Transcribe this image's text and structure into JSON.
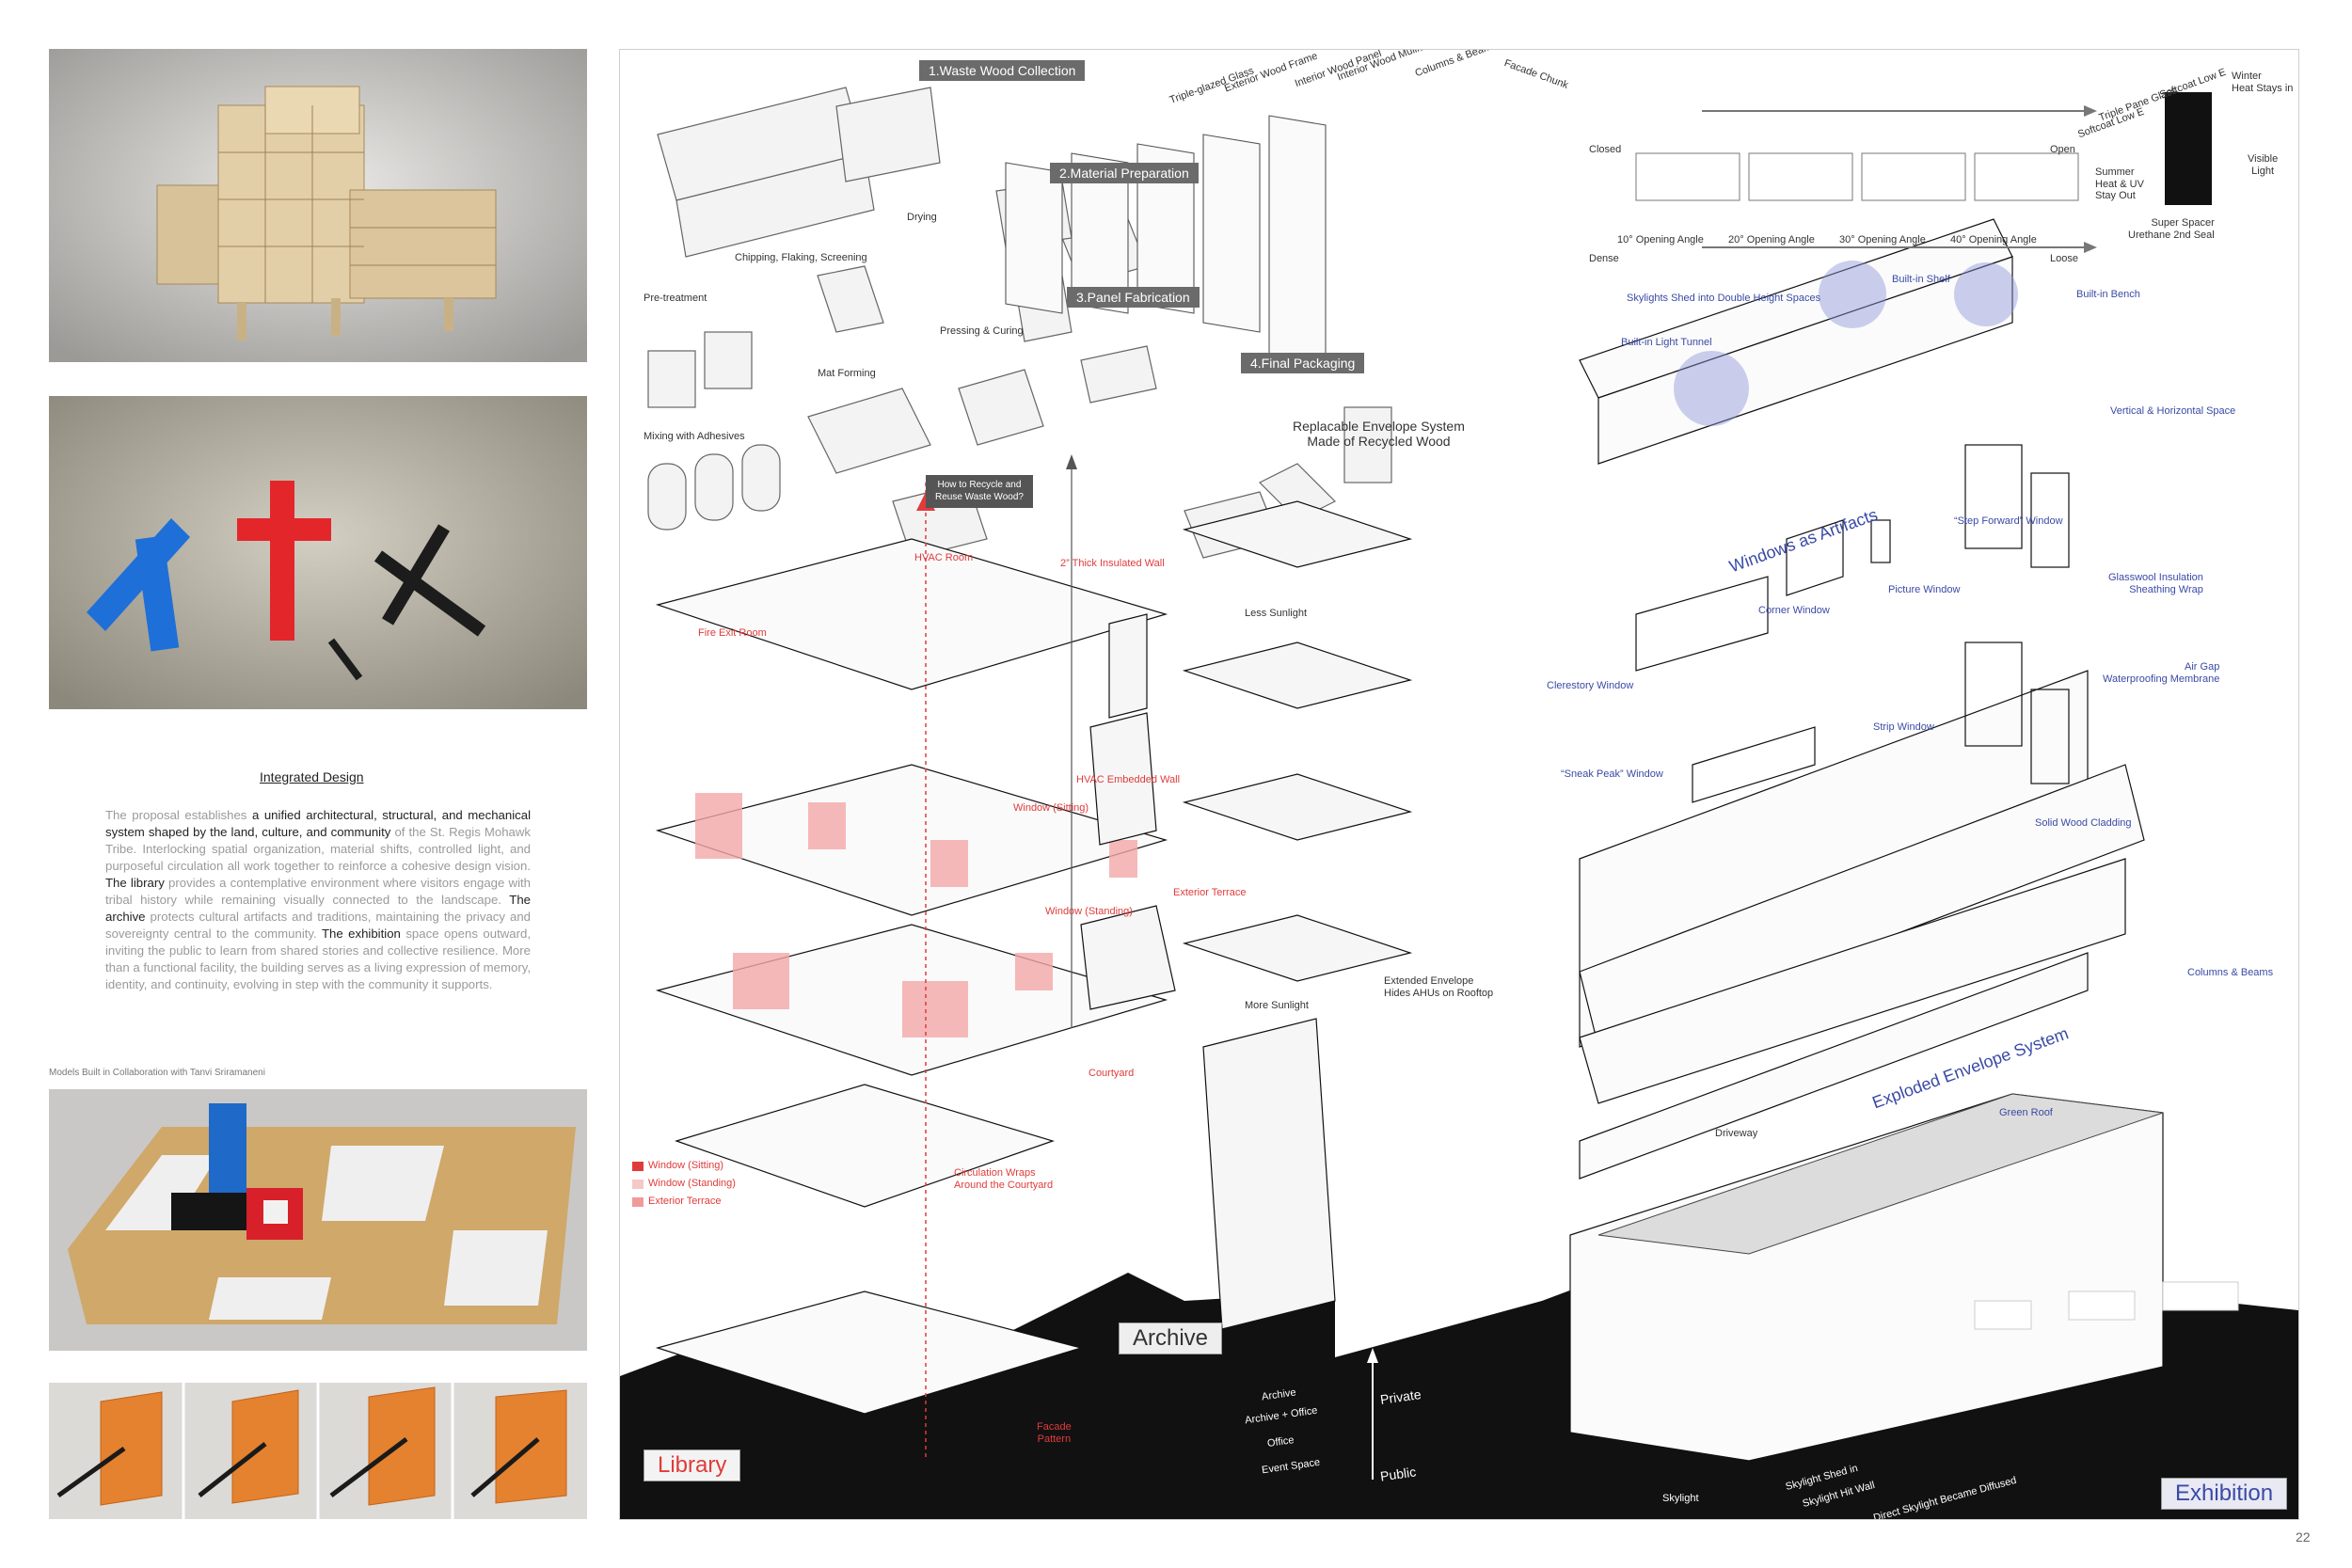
{
  "photos": [
    {
      "name": "wood-model-photo",
      "caption": ""
    },
    {
      "name": "abstract-model-photo",
      "caption": ""
    },
    {
      "name": "site-model-photo",
      "caption": ""
    },
    {
      "name": "facade-model-photos",
      "caption": ""
    }
  ],
  "intro": {
    "title": "Integrated Design",
    "p1a": "The proposal establishes ",
    "p1b": "a unified architectural, structural, and mechanical system shaped by the land, culture, and community",
    "p1c": " of the St. Regis Mohawk Tribe. Interlocking spatial organization, material shifts, controlled light, and purposeful circulation all work together to reinforce a cohesive design vision. ",
    "p1d": "The library",
    "p1e": " provides a contemplative environment where visitors engage with tribal history while remaining visually connected to the landscape. ",
    "p1f": "The archive",
    "p1g": " protects cultural artifacts and traditions, maintaining the privacy and sovereignty central to the community. ",
    "p1h": "The exhibition",
    "p1i": " space opens outward, inviting the public to learn from shared stories and collective resilience. More than a functional facility, the building serves as a living expression of memory, identity, and continuity, evolving in step with the community it supports.",
    "credit": "Models Built in Collaboration with Tanvi Sriramaneni"
  },
  "process": {
    "step1": "1.Waste Wood Collection",
    "step2": "2.Material Preparation",
    "step3": "3.Panel Fabrication",
    "step4": "4.Final Packaging",
    "drying": "Drying",
    "chipping": "Chipping, Flaking, Screening",
    "pretreatment": "Pre-treatment",
    "pressing": "Pressing & Curing",
    "mat_forming": "Mat Forming",
    "mixing": "Mixing with Adhesives",
    "question_1": "How to Recycle and",
    "question_2": "Reuse Waste Wood?"
  },
  "layers": {
    "triple_glazed": "Triple-glazed Glass",
    "exterior_frame": "Exterior Wood Frame",
    "interior_panel": "Interior Wood Panel",
    "interior_mullion": "Interior Wood Mullion",
    "columns_beams": "Columns & Beams",
    "facade_chunk": "Facade Chunk"
  },
  "louvers": {
    "closed": "Closed",
    "open": "Open",
    "dense": "Dense",
    "loose": "Loose",
    "angles": [
      "10° Opening Angle",
      "20° Opening Angle",
      "30° Opening Angle",
      "40° Opening Angle"
    ]
  },
  "glazing": {
    "softcoat_1": "Softcoat Low E",
    "triple_pane": "Triple Pane Glass",
    "softcoat_2": "Softcoat Low E",
    "winter_1": "Winter",
    "winter_2": "Heat Stays in",
    "visible_1": "Visible",
    "visible_2": "Light",
    "summer_1": "Summer",
    "summer_2": "Heat & UV",
    "summer_3": "Stay Out",
    "spacer_1": "Super Spacer",
    "spacer_2": "Urethane 2nd Seal"
  },
  "library": {
    "hvac_room": "HVAC Room",
    "fire_exit": "Fire Exit Room",
    "insulated_wall": "2” Thick Insulated Wall",
    "hvac_wall": "HVAC Embedded Wall",
    "window_sitting": "Window (Sitting)",
    "window_standing": "Window (Standing)",
    "exterior_terrace": "Exterior Terrace",
    "courtyard": "Courtyard",
    "circulation_1": "Circulation Wraps",
    "circulation_2": "Around the Courtyard",
    "facade_1": "Facade",
    "facade_2": "Pattern",
    "legend": [
      "Window (Sitting)",
      "Window (Standing)",
      "Exterior Terrace"
    ],
    "label": "Library"
  },
  "archive": {
    "envelope_1": "Replacable Envelope System",
    "envelope_2": "Made of Recycled Wood",
    "less_sun": "Less Sunlight",
    "more_sun": "More Sunlight",
    "extended_1": "Extended Envelope",
    "extended_2": "Hides AHUs on Rooftop",
    "label": "Archive",
    "stack": [
      "Archive",
      "Archive + Office",
      "Office",
      "Event Space"
    ],
    "private": "Private",
    "public": "Public"
  },
  "exhibition": {
    "skylights": "Skylights Shed into Double Height Spaces",
    "built_in_shelf": "Built-in Shelf",
    "built_in_bench": "Built-in Bench",
    "light_tunnel": "Built-in Light Tunnel",
    "vertical_space": "Vertical & Horizontal Space",
    "windows_artifacts": "Windows as Artifacts",
    "step_forward": "“Step Forward” Window",
    "corner_window": "Corner Window",
    "picture_window": "Picture Window",
    "glasswool_1": "Glasswool Insulation",
    "glasswool_2": "Sheathing Wrap",
    "air_gap_1": "Air Gap",
    "air_gap_2": "Waterproofing Membrane",
    "clerestory": "Clerestory Window",
    "strip_window": "Strip Window",
    "sneak_peak": "“Sneak Peak” Window",
    "solid_wood": "Solid Wood Cladding",
    "columns_beams": "Columns & Beams",
    "exploded": "Exploded Envelope System",
    "green_roof": "Green Roof",
    "driveway": "Driveway",
    "skylight": "Skylight",
    "skylight_shed": "Skylight Shed in",
    "skylight_hit": "Skylight Hit Wall",
    "direct_skylight": "Direct Skylight Became Diffused",
    "label": "Exhibition"
  },
  "page_number": "22"
}
